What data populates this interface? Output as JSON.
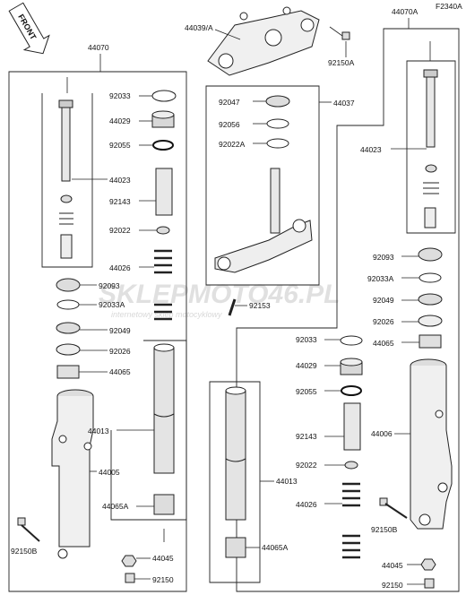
{
  "diagram": {
    "code": "F2340A",
    "front_label": "FRONT",
    "watermark": {
      "title": "SKLEPMOTO46.PL",
      "subtitle": "internetowy sklep motocyklowy"
    },
    "labels": {
      "l_44070": "44070",
      "l_44070a": "44070A",
      "l_44039a": "44039/A",
      "l_92150a": "92150A",
      "l_44037": "44037",
      "l_92047": "92047",
      "l_92056": "92056",
      "l_92022a": "92022A",
      "l_92153": "92153",
      "l_92033_l": "92033",
      "l_44029_l": "44029",
      "l_92055_l": "92055",
      "l_44023_l": "44023",
      "l_92143_l": "92143",
      "l_92022_l": "92022",
      "l_44026_l": "44026",
      "l_92093_l": "92093",
      "l_92033a_l": "92033A",
      "l_92049_l": "92049",
      "l_92026_l": "92026",
      "l_44065_l": "44065",
      "l_44013_l": "44013",
      "l_44005": "44005",
      "l_44065a_l": "44065A",
      "l_92150b_l": "92150B",
      "l_44045_l": "44045",
      "l_92150_l": "92150",
      "l_44023_r": "44023",
      "l_92093_r": "92093",
      "l_92033a_r": "92033A",
      "l_92049_r": "92049",
      "l_92026_r": "92026",
      "l_44065_r": "44065",
      "l_92033_m": "92033",
      "l_44029_m": "44029",
      "l_92055_m": "92055",
      "l_92143_m": "92143",
      "l_92022_m": "92022",
      "l_44026_m": "44026",
      "l_44013_m": "44013",
      "l_44065a_m": "44065A",
      "l_44006": "44006",
      "l_92150b_r": "92150B",
      "l_44045_r": "44045",
      "l_92150_r": "92150"
    }
  }
}
